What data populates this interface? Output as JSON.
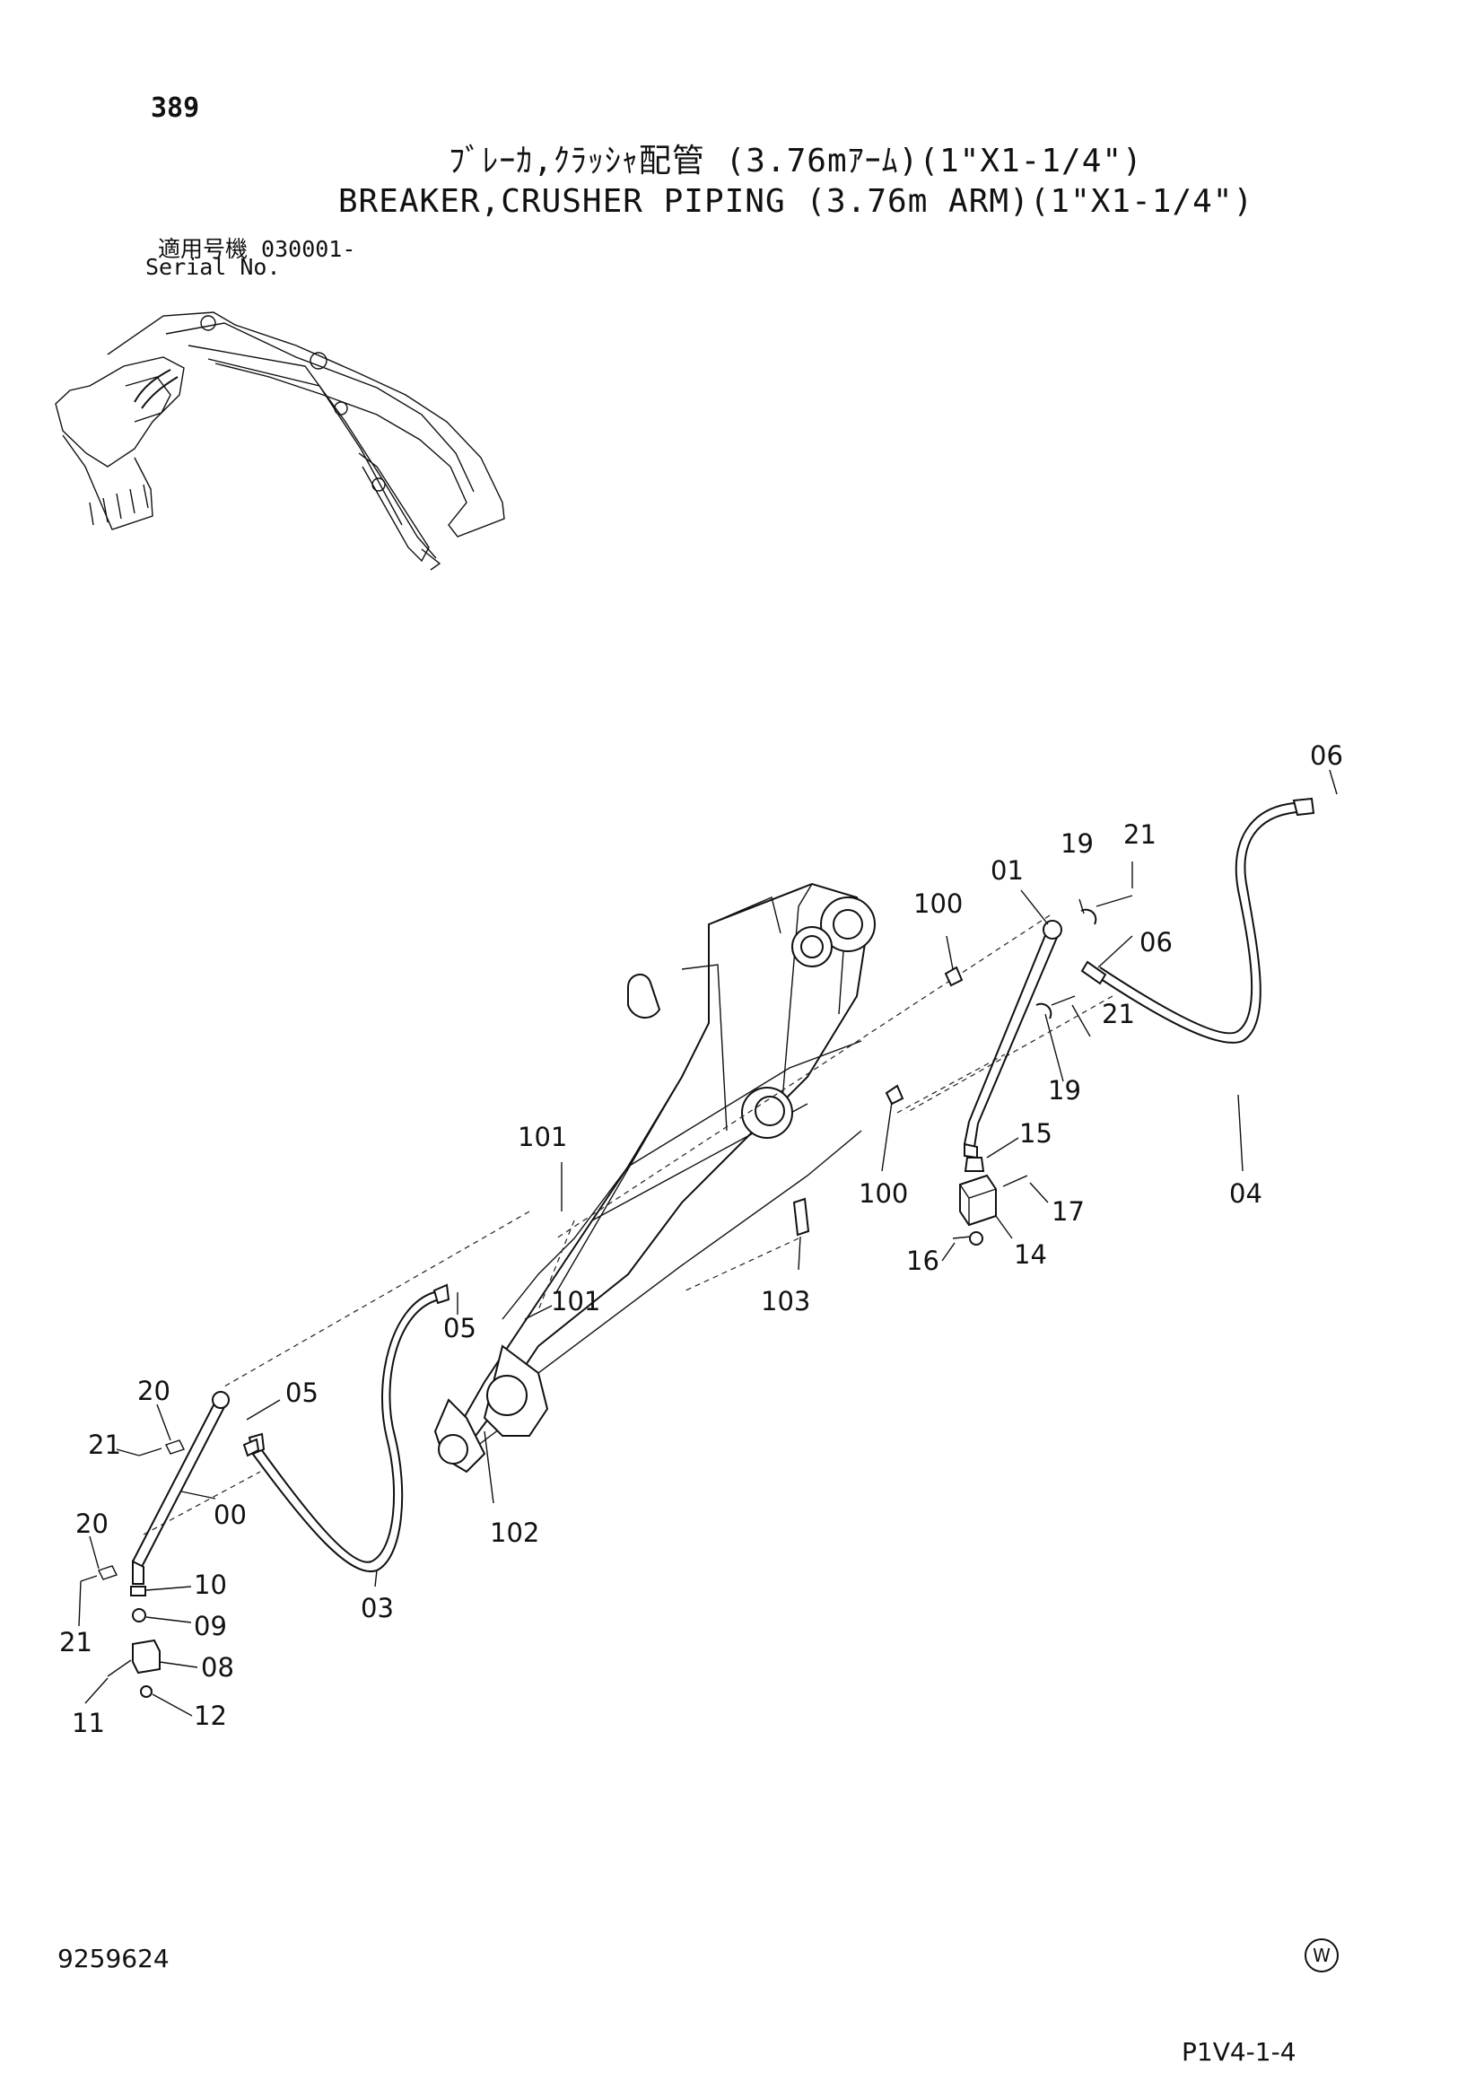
{
  "header": {
    "page_number": "389",
    "title_jp": "ﾌﾞﾚｰｶ,ｸﾗｯｼｬ配管 (3.76mｱｰﾑ)(1\"X1-1/4\")",
    "title_en": "BREAKER,CRUSHER PIPING (3.76m ARM)(1\"X1-1/4\")",
    "serial_label_jp": "適用号機 030001-",
    "serial_label_en": "Serial No."
  },
  "callouts": {
    "c06a": "06",
    "c19a": "19",
    "c21a": "21",
    "c01": "01",
    "c100a": "100",
    "c06b": "06",
    "c21b": "21",
    "c19b": "19",
    "c101a": "101",
    "c15": "15",
    "c100b": "100",
    "c17": "17",
    "c04": "04",
    "c14": "14",
    "c16": "16",
    "c103": "103",
    "c101b": "101",
    "c05a": "05",
    "c20a": "20",
    "c05b": "05",
    "c21c": "21",
    "c00": "00",
    "c20b": "20",
    "c102": "102",
    "c10": "10",
    "c21d": "21",
    "c09": "09",
    "c03": "03",
    "c08": "08",
    "c11": "11",
    "c12": "12"
  },
  "footer": {
    "doc_number": "9259624",
    "watermark_symbol": "W",
    "page_code": "P1V4-1-4"
  }
}
